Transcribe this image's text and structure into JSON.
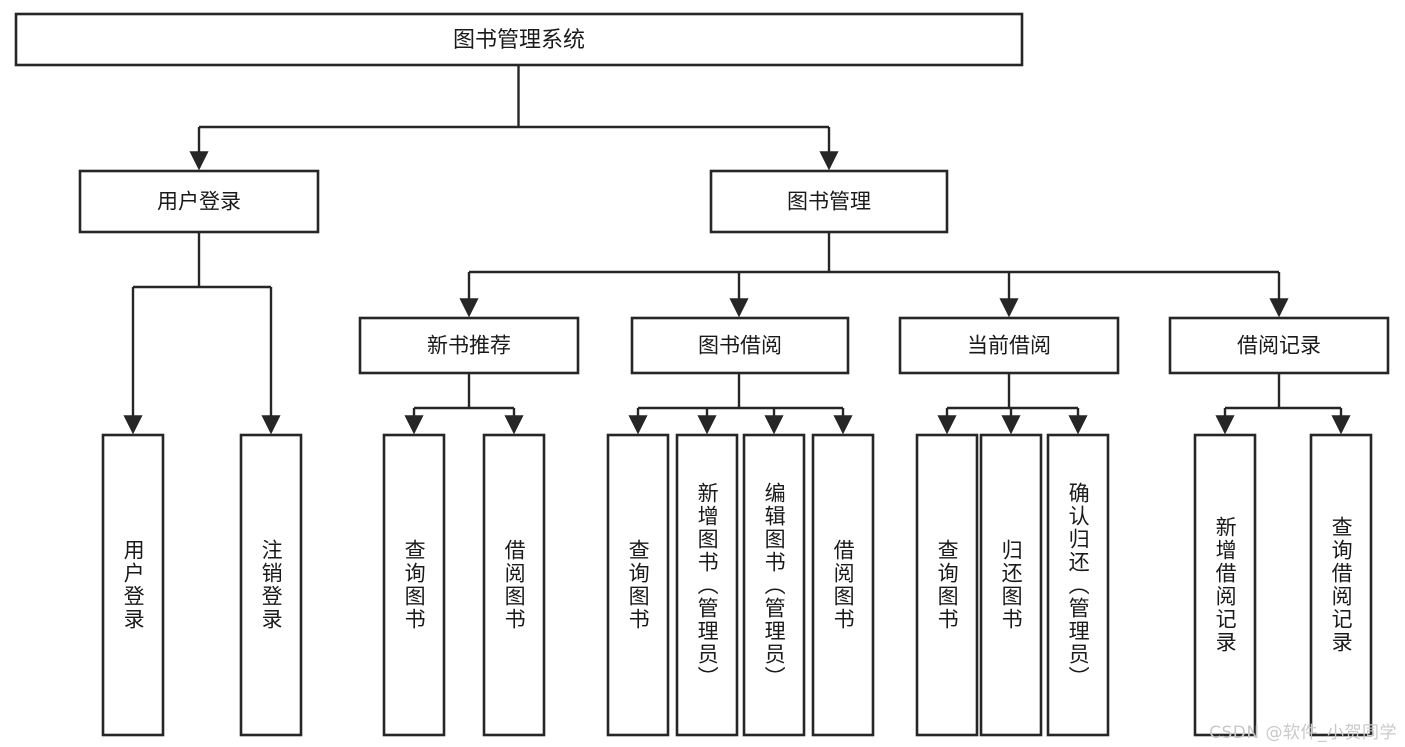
{
  "diagram": {
    "title": "图书管理系统",
    "type": "tree-hierarchy-diagram",
    "watermark": "CSDN @软件_小贺同学",
    "colors": {
      "box_stroke": "#262626",
      "box_fill": "#ffffff",
      "connector": "#262626",
      "text": "#1a1a1a",
      "background": "#ffffff",
      "watermark": "#c9c9c9"
    },
    "root": {
      "label": "图书管理系统"
    },
    "level2": [
      {
        "label": "用户登录"
      },
      {
        "label": "图书管理"
      }
    ],
    "level3": [
      {
        "label": "新书推荐"
      },
      {
        "label": "图书借阅"
      },
      {
        "label": "当前借阅"
      },
      {
        "label": "借阅记录"
      }
    ],
    "leaves": {
      "user_login": [
        {
          "label": "用户登录"
        },
        {
          "label": "注销登录"
        }
      ],
      "new_book_recommend": [
        {
          "label": "查询图书"
        },
        {
          "label": "借阅图书"
        }
      ],
      "book_borrow": [
        {
          "label": "查询图书"
        },
        {
          "label": "新增图书（管理员）"
        },
        {
          "label": "编辑图书（管理员）"
        },
        {
          "label": "借阅图书"
        }
      ],
      "current_borrow": [
        {
          "label": "查询图书"
        },
        {
          "label": "归还图书"
        },
        {
          "label": "确认归还（管理员）"
        }
      ],
      "borrow_record": [
        {
          "label": "新增借阅记录"
        },
        {
          "label": "查询借阅记录"
        }
      ]
    }
  }
}
